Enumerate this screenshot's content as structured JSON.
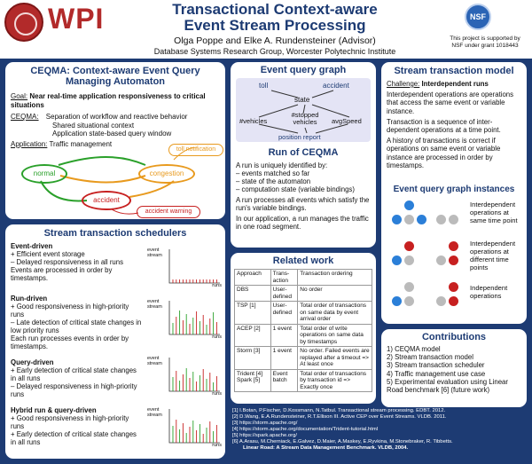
{
  "header": {
    "logo": "WPI",
    "title_line1": "Transactional Context-aware",
    "title_line2": "Event Stream Processing",
    "authors": "Olga Poppe and Elke A. Rundensteiner (Advisor)",
    "affiliation": "Database Systems Research Group, Worcester Polytechnic Institute",
    "nsf": "NSF",
    "support1": "This project is supported by",
    "support2": "NSF under grant 1018443"
  },
  "ceqma": {
    "title": "CEQMA: Context-aware Event Query Managing Automaton",
    "goal_label": "Goal:",
    "goal": "Near real-time application responsiveness to critical situations",
    "ceqma_label": "CEQMA:",
    "item1": "Separation of workflow and reactive behavior",
    "item2": "Shared situational context",
    "item3": "Application state-based query window",
    "app_label": "Application:",
    "app": "Traffic management",
    "node_normal": "normal",
    "node_congestion": "congestion",
    "node_accident": "accident",
    "toll_notification": "toll notification",
    "accident_warning": "accident warning"
  },
  "eqg": {
    "title": "Event query graph",
    "toll": "toll",
    "accident": "accident",
    "state": "state",
    "vehicles": "#vehicles",
    "stopped": "#stopped vehicles",
    "avgspeed": "avgSpeed",
    "position": "position report"
  },
  "run": {
    "title": "Run of CEQMA",
    "p1": "A run is uniquely identified by:",
    "l1": "– events matched so far",
    "l2": "– state of the automaton",
    "l3": "– computation state (variable bindings)",
    "p2": "A run processes all events which satisfy the run's variable bindings.",
    "p3": "In our application, a run manages the traffic in one road segment."
  },
  "model": {
    "title": "Stream transaction model",
    "challenge_label": "Challenge:",
    "challenge": "Interdependent runs",
    "p1": "Interdependent operations are operations that access the same event or variable instance.",
    "p2": "Transaction is a sequence of inter-dependent operations at a time point.",
    "p3": "A history of transactions is correct if operations on same event or variable instance are processed in order by timestamps."
  },
  "instances": {
    "title": "Event query graph instances",
    "c1": "Interdependent operations at same time point",
    "c2": "Interdependent operations at different time points",
    "c3": "Independent operations"
  },
  "schedulers": {
    "title": "Stream transaction schedulers",
    "s1_title": "Event-driven",
    "s1_l1": "+ Efficient event storage",
    "s1_l2": "– Delayed responsiveness in all runs",
    "s1_l3": "Events are processed in order by timestamps.",
    "s2_title": "Run-driven",
    "s2_l1": "+ Good responsiveness in high-priority runs",
    "s2_l2": "– Late detection of critical state changes in low priority runs",
    "s2_l3": "Each run processes events in order by timestamps.",
    "s3_title": "Query-driven",
    "s3_l1": "+ Early detection of critical state changes in all runs",
    "s3_l2": "– Delayed responsiveness in high-priority runs",
    "s4_title": "Hybrid run & query-driven",
    "s4_l1": "+ Good responsiveness in high-priority runs",
    "s4_l2": "+ Early detection of critical state changes in all runs",
    "axis_y": "event stream",
    "axis_x": "runs"
  },
  "related": {
    "title": "Related work",
    "headers": [
      "Approach",
      "Trans-action",
      "Transaction ordering"
    ],
    "rows": [
      [
        "DBS",
        "User-defined",
        "No order"
      ],
      [
        "TSP [1]",
        "User-defined",
        "Total order of transactions on same data by event arrival order"
      ],
      [
        "ACEP [2]",
        "1 event",
        "Total order of write operations on same data by timestamps"
      ],
      [
        "Storm [3]",
        "1 event",
        "No order. Failed events are replayed after a timeout => At least once"
      ],
      [
        "Trident [4] Spark [5]",
        "Event batch",
        "Total order of transactions by transaction id => Exactly once"
      ]
    ]
  },
  "contributions": {
    "title": "Contributions",
    "items": [
      "1) CEQMA model",
      "2) Stream transaction model",
      "3) Stream transaction scheduler",
      "4) Traffic management use case",
      "5) Experimental evaluation using Linear Road benchmark [6] (future work)"
    ]
  },
  "refs": [
    "[1] I.Botan, P.Fischer, D.Kossmann, N.Tatbul. Transactional stream processing. EDBT. 2012.",
    "[2] D.Wang, E.A.Rundensteiner, R.T.Ellison III. Active CEP over Event Streams. VLDB. 2011.",
    "[3] https://storm.apache.org/",
    "[4] https://storm.apache.org/documentation/Trident-tutorial.html",
    "[5] https://spark.apache.org/",
    "[6] A.Arasu, M.Cherniack, E.Galvez, D.Maier, A.Maskey, E.Ryvkina, M.Stonebraker, R. Tibbetts.",
    "Linear Road: A Stream Data Management Benchmark. VLDB, 2004."
  ],
  "colors": {
    "navy": "#1d3b73",
    "red": "#c72020",
    "green": "#2aa02a",
    "orange": "#e89a1e",
    "blue": "#2b7fd8"
  }
}
